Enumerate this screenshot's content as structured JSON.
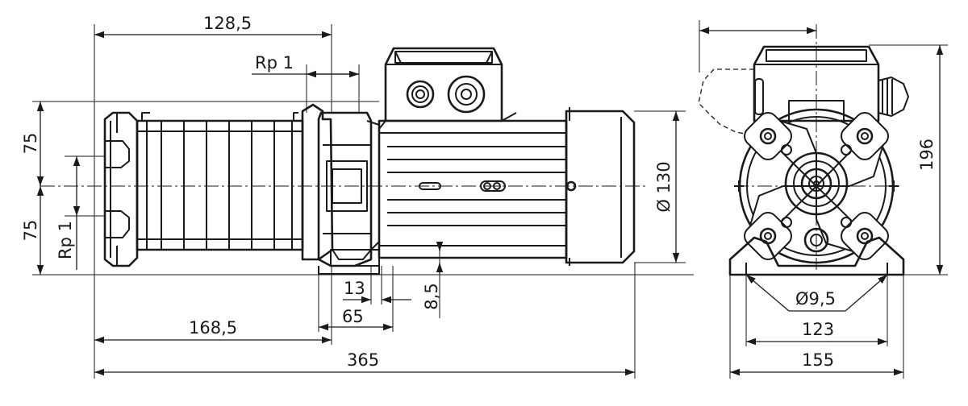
{
  "dimensions": {
    "d_128_5": "128,5",
    "d_rp1_top": "Rp 1",
    "d_75_upper": "75",
    "d_75_lower": "75",
    "d_rp1_side": "Rp 1",
    "d_13": "13",
    "d_65": "65",
    "d_8_5": "8,5",
    "d_168_5": "168,5",
    "d_365": "365",
    "d_dia130": "Ø 130",
    "d_196": "196",
    "d_dia9_5": "Ø9,5",
    "d_123": "123",
    "d_155": "155"
  },
  "colors": {
    "line": "#1a1a1a",
    "background": "#ffffff"
  }
}
